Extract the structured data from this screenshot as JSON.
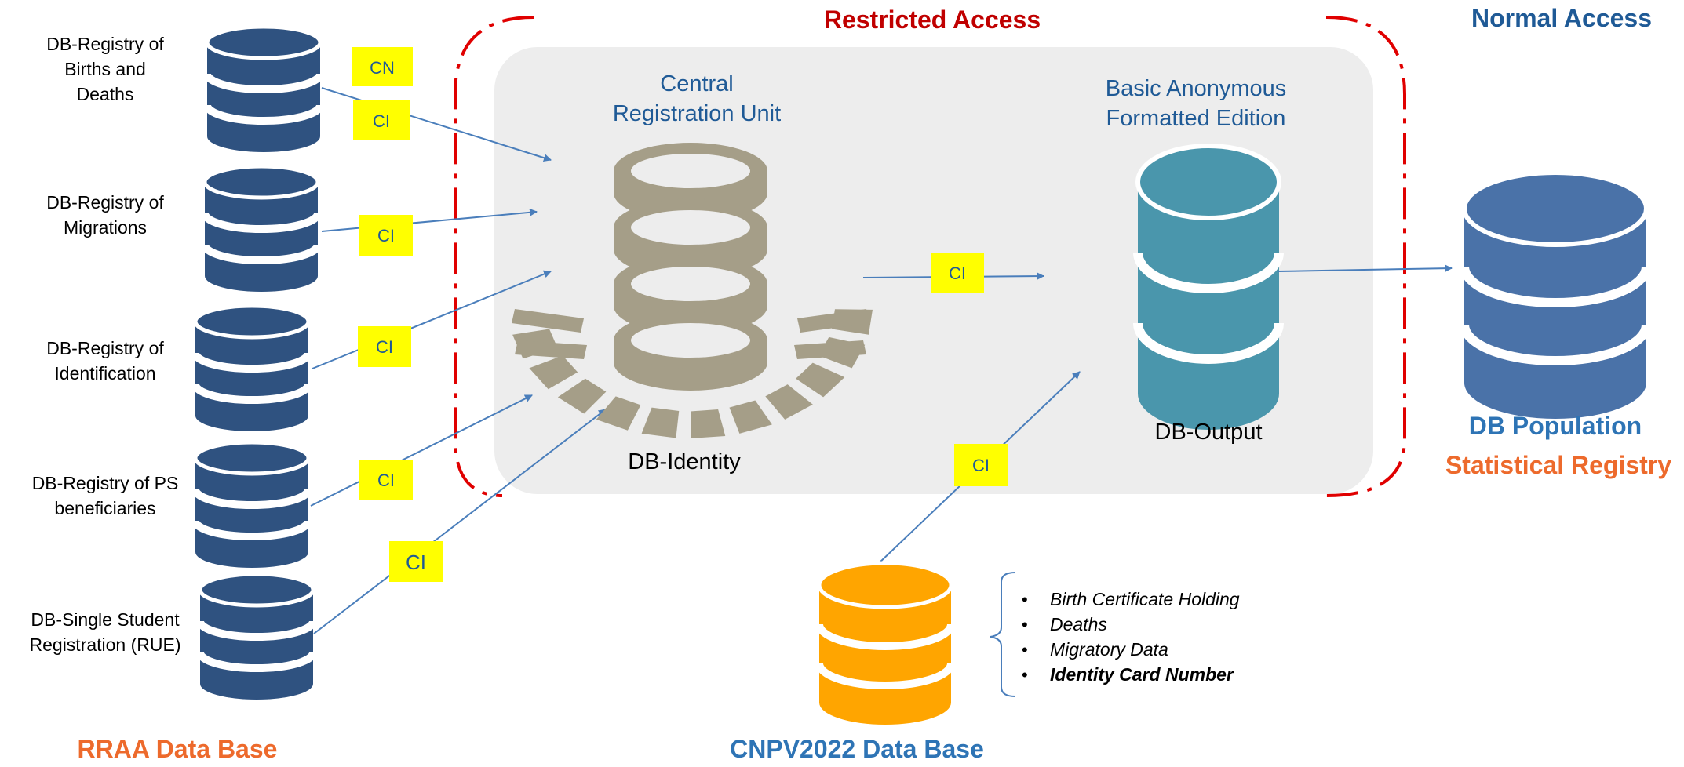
{
  "regions": {
    "restricted_title": "Restricted Access",
    "normal_title": "Normal Access"
  },
  "source_dbs": [
    {
      "label_lines": [
        "DB-Registry of",
        "Births and",
        "Deaths"
      ],
      "tags": [
        "CN",
        "CI"
      ]
    },
    {
      "label_lines": [
        "DB-Registry of",
        "Migrations"
      ],
      "tags": [
        "CI"
      ]
    },
    {
      "label_lines": [
        "DB-Registry of",
        "Identification"
      ],
      "tags": [
        "CI"
      ]
    },
    {
      "label_lines": [
        "DB-Registry of PS",
        "beneficiaries"
      ],
      "tags": [
        "CI"
      ]
    },
    {
      "label_lines": [
        "DB-Single Student",
        "Registration (RUE)"
      ],
      "tags": [
        "CI"
      ]
    }
  ],
  "central": {
    "title_lines": [
      "Central",
      "Registration Unit"
    ],
    "db_label": "DB-Identity"
  },
  "output": {
    "title_lines": [
      "Basic Anonymous",
      "Formatted Edition"
    ],
    "db_label": "DB-Output",
    "link_tag": "CI"
  },
  "population": {
    "label": "DB Population",
    "sublabel": "Statistical Registry"
  },
  "census": {
    "tag": "CI",
    "items": [
      {
        "text": "Birth Certificate Holding",
        "bold": false
      },
      {
        "text": "Deaths",
        "bold": false
      },
      {
        "text": "Migratory Data",
        "bold": false
      },
      {
        "text": "Identity Card Number",
        "bold": true
      }
    ],
    "bullet": "•"
  },
  "footer": {
    "rraa": "RRAA Data Base",
    "cnpv": "CNPV2022 Data Base"
  },
  "colors": {
    "navy_db": "#2f5280",
    "tan_db": "#a59e88",
    "teal_db": "#4a96ac",
    "blue_db": "#4a72a8",
    "orange_db": "#ffa500",
    "tag_fill": "#ffff00",
    "restricted_red": "#c00000",
    "heading_blue": "#1f5a96",
    "orange_text": "#ed6a2c",
    "arrow_blue": "#4a7ebb",
    "panel_gray": "#ededed"
  }
}
